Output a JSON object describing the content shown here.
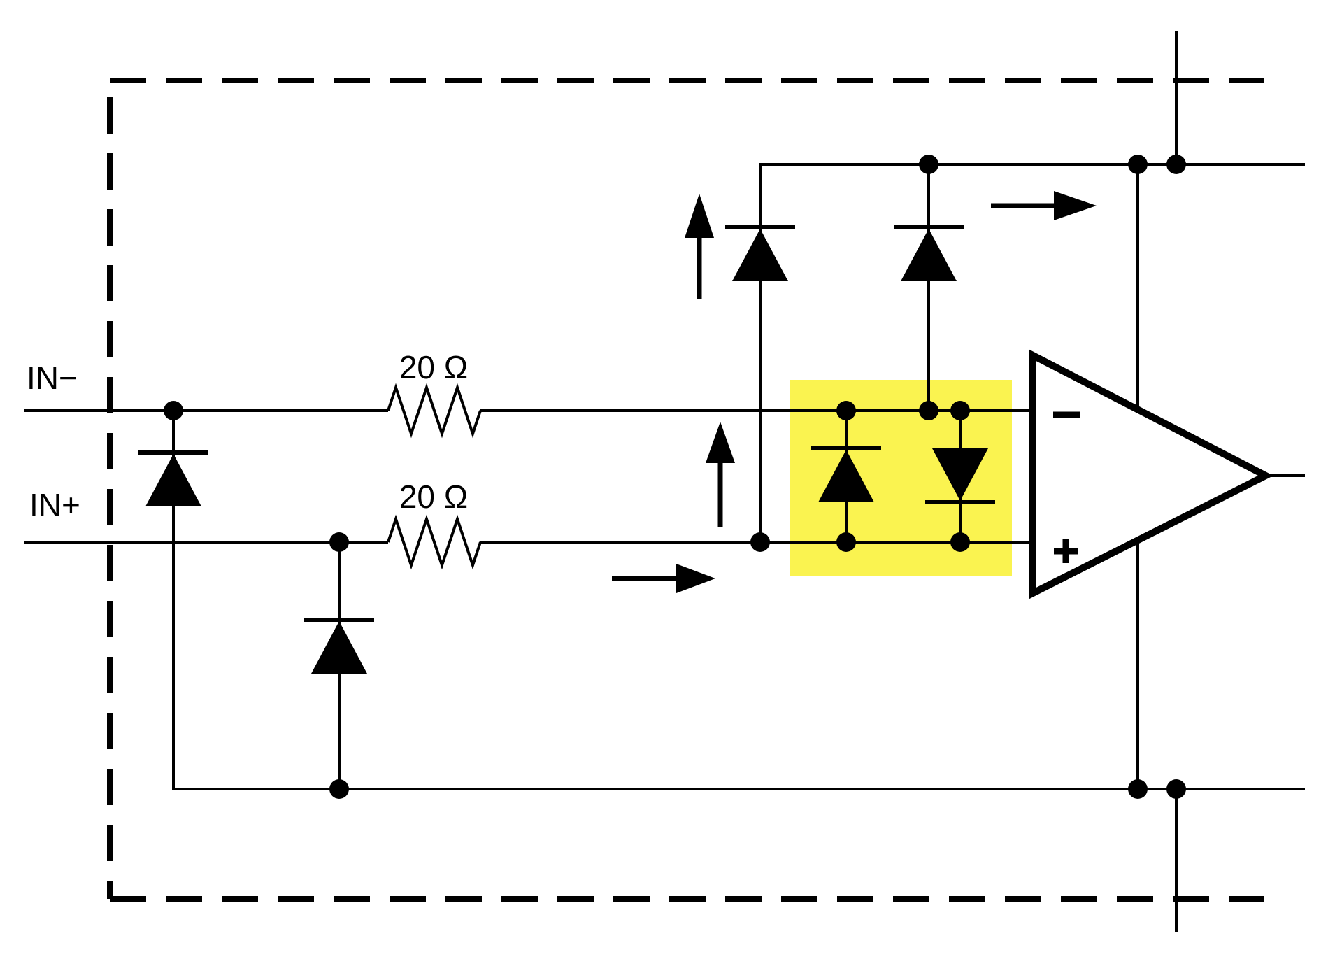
{
  "diagram": {
    "title": "op-amp input protection circuit schematic",
    "labels": {
      "in_minus": "IN−",
      "in_plus": "IN+"
    },
    "resistors": [
      {
        "label": "20 Ω"
      },
      {
        "label": "20 Ω"
      }
    ],
    "opamp": {
      "minus_input": "−",
      "plus_input": "+"
    },
    "colors": {
      "highlight": "#FAF350",
      "line": "#000000",
      "background": "#FFFFFF"
    }
  }
}
